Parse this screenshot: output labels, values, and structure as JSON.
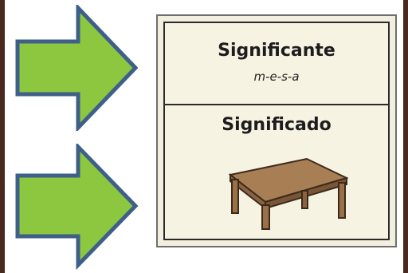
{
  "card": {
    "signifier_title": "Significante",
    "signifier_word": "m-e-s-a",
    "signified_title": "Significado"
  },
  "colors": {
    "arrow_fill": "#8dc63f",
    "arrow_stroke": "#3e5f8a",
    "frame": "#4a2a1f",
    "card_bg": "#f7f3e3",
    "table_top": "#a87e55"
  },
  "icons": [
    "arrow-right-icon",
    "arrow-right-icon",
    "table-icon"
  ]
}
